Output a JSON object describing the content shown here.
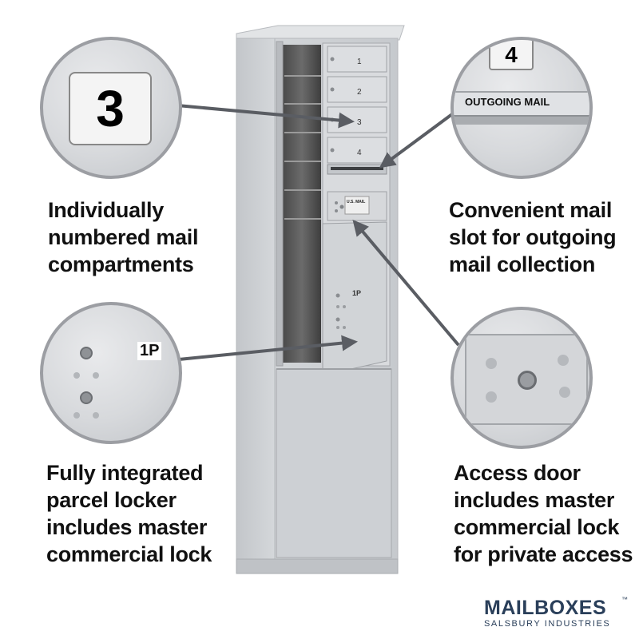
{
  "captions": {
    "compartments": [
      "Individually",
      "numbered mail",
      "compartments"
    ],
    "outgoing": [
      "Convenient mail",
      "slot for outgoing",
      "mail collection"
    ],
    "parcel": [
      "Fully integrated",
      "parcel locker",
      "includes master",
      "commercial lock"
    ],
    "access": [
      "Access door",
      "includes master",
      "commercial lock",
      "for private access"
    ]
  },
  "callouts": {
    "compartment_number": "3",
    "outgoing_number": "4",
    "outgoing_label": "OUTGOING MAIL",
    "parcel_label": "1P"
  },
  "unit": {
    "doors": [
      "1",
      "2",
      "3",
      "4"
    ],
    "usmail_label": "U.S. MAIL",
    "parcel_label": "1P"
  },
  "brand": {
    "name": "MAILBOXES",
    "tagline": "SALSBURY INDUSTRIES",
    "trademark": "™"
  },
  "colors": {
    "arrow": "#5a5d63",
    "metal": "#cfd2d6",
    "brand": "#2a3f5a"
  }
}
